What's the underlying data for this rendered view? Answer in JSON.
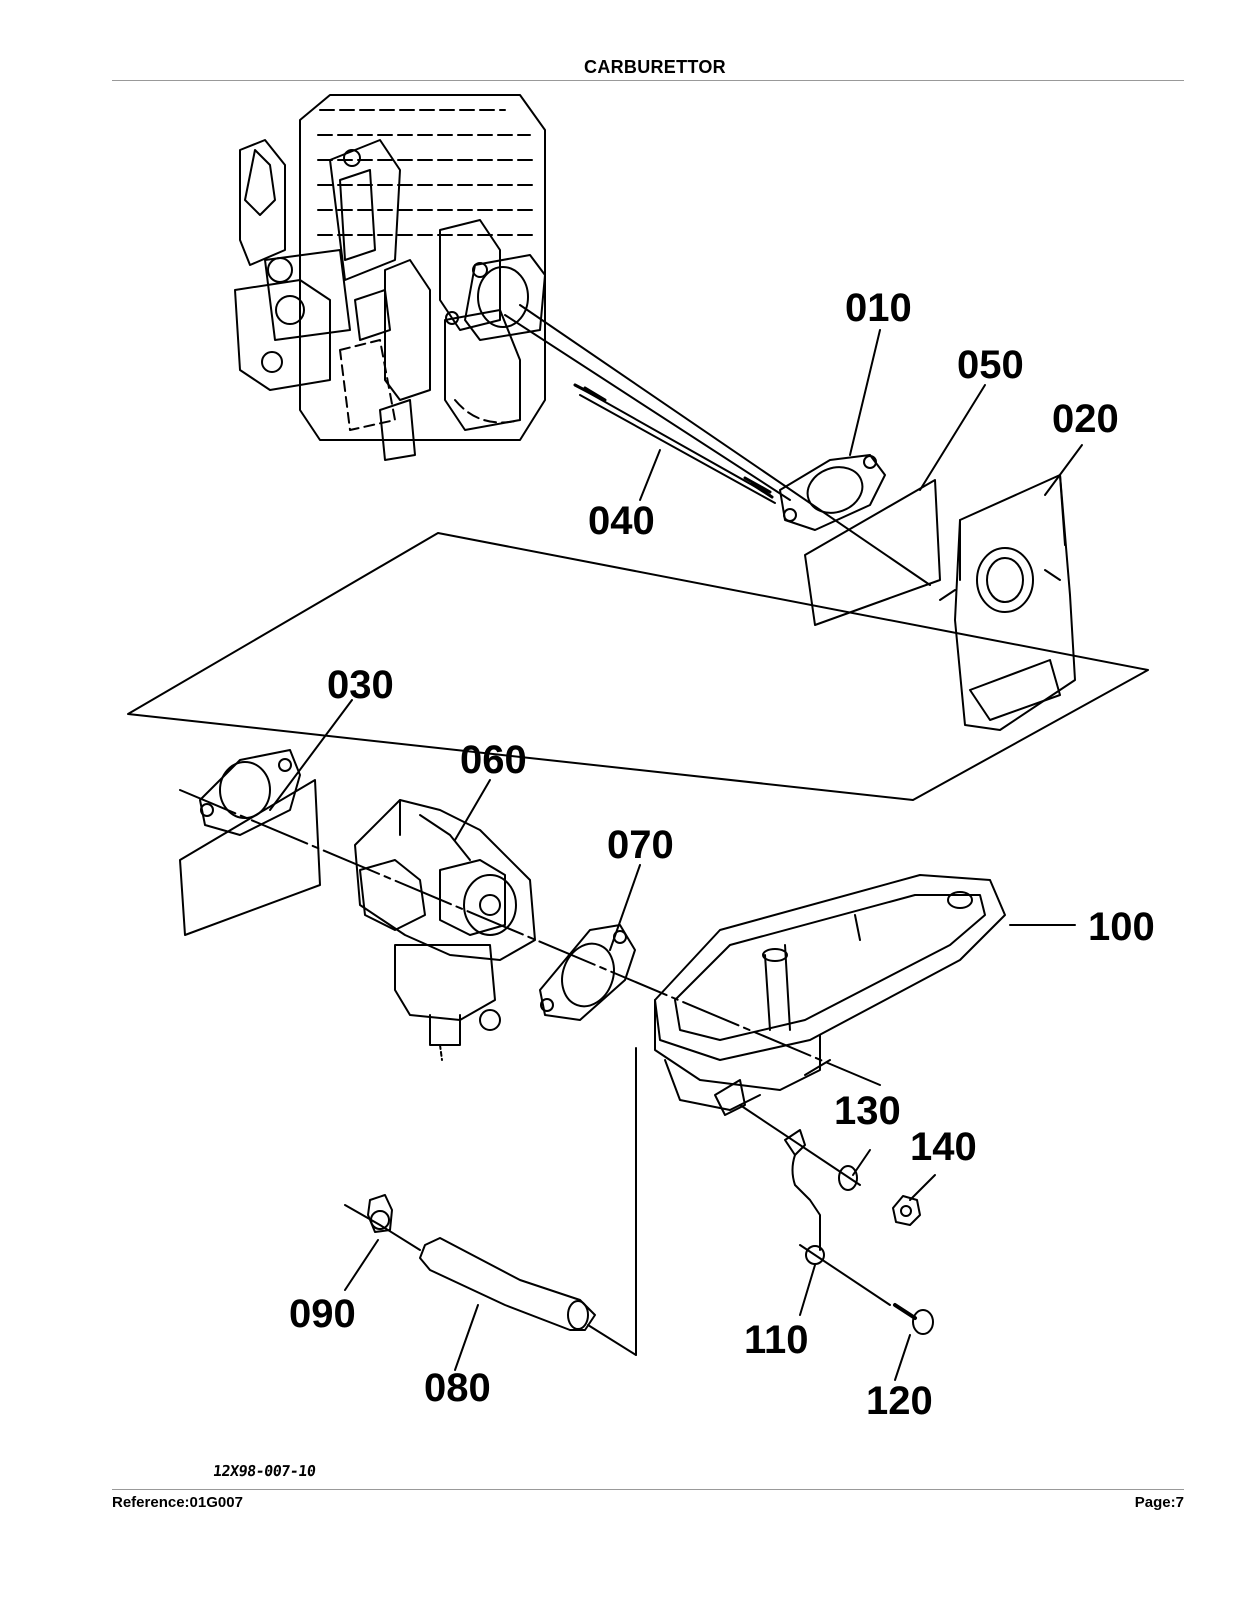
{
  "header": {
    "title": "CARBURETTOR"
  },
  "footer": {
    "reference": "Reference:01G007",
    "page": "Page:7"
  },
  "drawing_code": "12X98-007-10",
  "callouts": [
    "010",
    "050",
    "020",
    "040",
    "030",
    "060",
    "070",
    "100",
    "130",
    "140",
    "090",
    "110",
    "080",
    "120"
  ]
}
